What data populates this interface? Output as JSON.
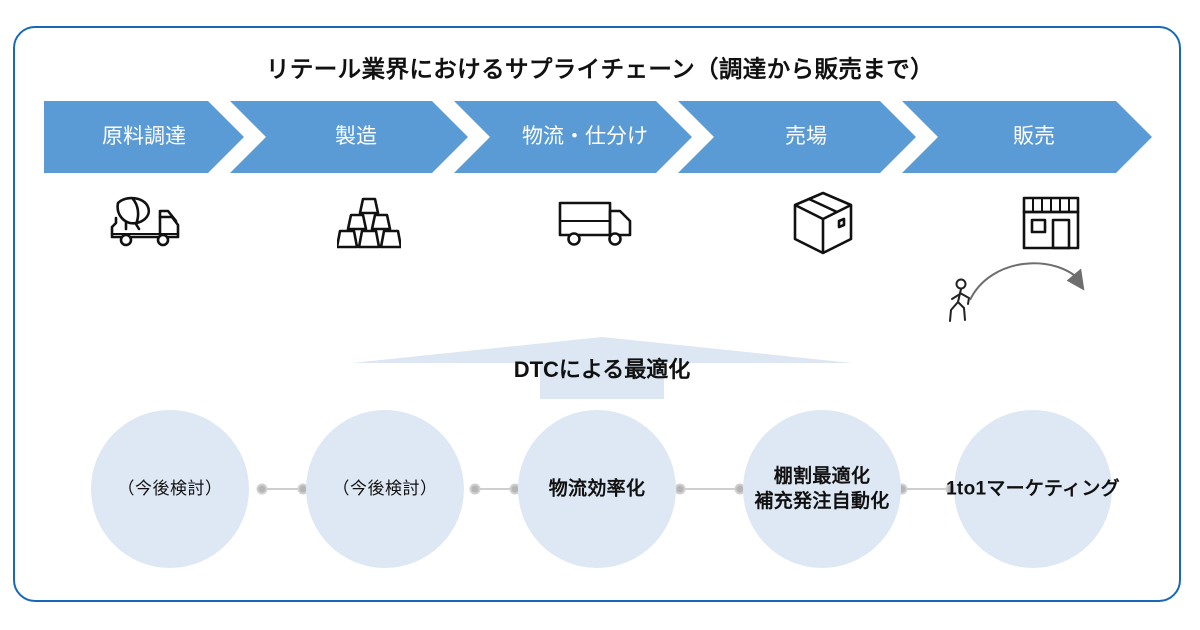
{
  "figure": {
    "title": "リテール業界におけるサプライチェーン（調達から販売まで）",
    "frame_color": "#1769b5",
    "band_color": "#5b9bd5",
    "node_color": "#dee8f4",
    "banner_color": "#dce7f3"
  },
  "supply_chain": {
    "stages": [
      {
        "label": "原料調達",
        "icon": "cement-mixer-truck-icon"
      },
      {
        "label": "製造",
        "icon": "gold-bars-icon"
      },
      {
        "label": "物流・仕分け",
        "icon": "delivery-truck-icon"
      },
      {
        "label": "売場",
        "icon": "cardboard-box-icon"
      },
      {
        "label": "販売",
        "icon": "storefront-icon"
      }
    ]
  },
  "shopper": {
    "icon": "walking-person-icon",
    "arrow_icon": "curved-arrow-icon"
  },
  "optimization": {
    "banner_label": "DTCによる最適化",
    "nodes": [
      {
        "lines": [
          "（今後検討）"
        ],
        "emphasis": "plain"
      },
      {
        "lines": [
          "（今後検討）"
        ],
        "emphasis": "plain"
      },
      {
        "lines": [
          "物流効率化"
        ],
        "emphasis": "strong"
      },
      {
        "lines": [
          "棚割最適化",
          "補充発注自動化"
        ],
        "emphasis": "strong"
      },
      {
        "lines": [
          "1to1マーケティング"
        ],
        "emphasis": "strong"
      }
    ]
  }
}
